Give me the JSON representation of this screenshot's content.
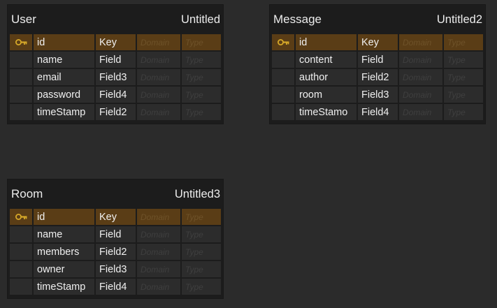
{
  "colors": {
    "canvas_background": "#2b2b2b",
    "table_background": "#1c1c1c",
    "primary_key_row": "#5a3d16",
    "cell_background": "#2c2c2c",
    "key_icon": "#d6a829"
  },
  "entities": [
    {
      "name": "User",
      "alias": "Untitled",
      "rows": [
        {
          "primary_key": true,
          "icon": "key-icon",
          "name": "id",
          "key": "Key",
          "domain": "Domain",
          "type": "Type"
        },
        {
          "primary_key": false,
          "name": "name",
          "key": "Field",
          "domain": "Domain",
          "type": "Type"
        },
        {
          "primary_key": false,
          "name": "email",
          "key": "Field3",
          "domain": "Domain",
          "type": "Type"
        },
        {
          "primary_key": false,
          "name": "password",
          "key": "Field4",
          "domain": "Domain",
          "type": "Type"
        },
        {
          "primary_key": false,
          "name": "timeStamp",
          "key": "Field2",
          "domain": "Domain",
          "type": "Type"
        }
      ]
    },
    {
      "name": "Message",
      "alias": "Untitled2",
      "rows": [
        {
          "primary_key": true,
          "icon": "key-icon",
          "name": "id",
          "key": "Key",
          "domain": "Domain",
          "type": "Type"
        },
        {
          "primary_key": false,
          "name": "content",
          "key": "Field",
          "domain": "Domain",
          "type": "Type"
        },
        {
          "primary_key": false,
          "name": "author",
          "key": "Field2",
          "domain": "Domain",
          "type": "Type"
        },
        {
          "primary_key": false,
          "name": "room",
          "key": "Field3",
          "domain": "Domain",
          "type": "Type"
        },
        {
          "primary_key": false,
          "name": "timeStamo",
          "key": "Field4",
          "domain": "Domain",
          "type": "Type"
        }
      ]
    },
    {
      "name": "Room",
      "alias": "Untitled3",
      "rows": [
        {
          "primary_key": true,
          "icon": "key-icon",
          "name": "id",
          "key": "Key",
          "domain": "Domain",
          "type": "Type"
        },
        {
          "primary_key": false,
          "name": "name",
          "key": "Field",
          "domain": "Domain",
          "type": "Type"
        },
        {
          "primary_key": false,
          "name": "members",
          "key": "Field2",
          "domain": "Domain",
          "type": "Type"
        },
        {
          "primary_key": false,
          "name": "owner",
          "key": "Field3",
          "domain": "Domain",
          "type": "Type"
        },
        {
          "primary_key": false,
          "name": "timeStamp",
          "key": "Field4",
          "domain": "Domain",
          "type": "Type"
        }
      ]
    }
  ]
}
